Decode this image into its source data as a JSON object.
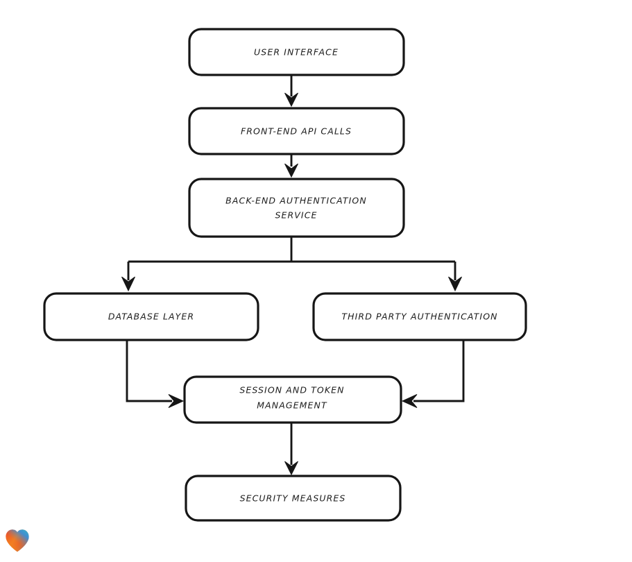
{
  "diagram": {
    "type": "flowchart",
    "style": "hand-drawn",
    "background_color": "#ffffff",
    "stroke_color": "#161616",
    "node_fill": "#ffffff",
    "nodes": [
      {
        "id": "user-interface",
        "label": "USER INTERFACE",
        "lines": [
          "USER INTERFACE"
        ]
      },
      {
        "id": "front-end-api-calls",
        "label": "FRONT-END API CALLS",
        "lines": [
          "FRONT-END API CALLS"
        ]
      },
      {
        "id": "back-end-auth-service",
        "label": "BACK-END AUTHENTICATION SERVICE",
        "lines": [
          "BACK-END AUTHENTICATION",
          "SERVICE"
        ]
      },
      {
        "id": "database-layer",
        "label": "DATABASE LAYER",
        "lines": [
          "DATABASE LAYER"
        ]
      },
      {
        "id": "third-party-auth",
        "label": "THIRD PARTY AUTHENTICATION",
        "lines": [
          "THIRD PARTY AUTHENTICATION"
        ]
      },
      {
        "id": "session-token-mgmt",
        "label": "SESSION AND TOKEN MANAGEMENT",
        "lines": [
          "SESSION AND TOKEN",
          "MANAGEMENT"
        ]
      },
      {
        "id": "security-measures",
        "label": "SECURITY MEASURES",
        "lines": [
          "SECURITY MEASURES"
        ]
      }
    ],
    "edges": [
      {
        "from": "user-interface",
        "to": "front-end-api-calls",
        "direction": "down"
      },
      {
        "from": "front-end-api-calls",
        "to": "back-end-auth-service",
        "direction": "down"
      },
      {
        "from": "back-end-auth-service",
        "to": "database-layer",
        "direction": "down-split-left"
      },
      {
        "from": "back-end-auth-service",
        "to": "third-party-auth",
        "direction": "down-split-right"
      },
      {
        "from": "database-layer",
        "to": "session-token-mgmt",
        "direction": "down-then-right"
      },
      {
        "from": "third-party-auth",
        "to": "session-token-mgmt",
        "direction": "down-then-left"
      },
      {
        "from": "session-token-mgmt",
        "to": "security-measures",
        "direction": "down"
      }
    ]
  },
  "watermark": {
    "name": "heart-logo",
    "colors": {
      "red": "#e8352b",
      "orange": "#f5911e",
      "blue": "#2e7fd4",
      "teal": "#3aafc9"
    }
  }
}
